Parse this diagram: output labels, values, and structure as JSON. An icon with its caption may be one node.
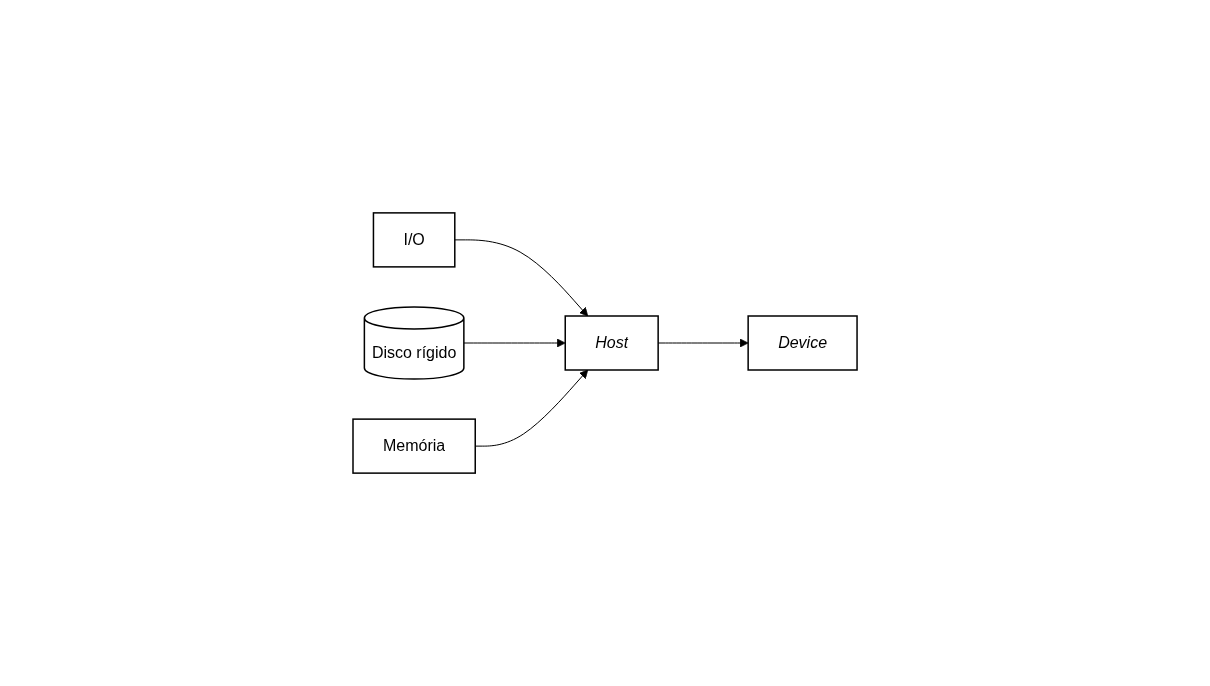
{
  "diagram": {
    "nodes": [
      {
        "text": [
          "I/O"
        ]
      },
      {
        "text": [
          "Disco rígido"
        ]
      },
      {
        "text": [
          "Memória"
        ]
      },
      {
        "text": [
          "Host"
        ]
      },
      {
        "text": [
          "Device"
        ]
      }
    ],
    "edges": [
      {
        "from": 0,
        "to": 3,
        "arrow": "to"
      },
      {
        "from": 1,
        "to": 3,
        "arrow": "to"
      },
      {
        "from": 2,
        "to": 3,
        "arrow": "to"
      },
      {
        "from": 3,
        "to": 4,
        "arrow": "to"
      }
    ]
  }
}
